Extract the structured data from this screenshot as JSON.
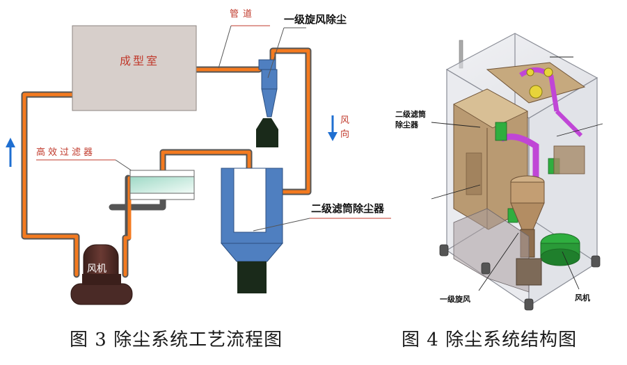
{
  "flow": {
    "forming_room": "成型室",
    "pipe": "管道",
    "cyclone": "一级旋风除尘",
    "wind_dir_1": "风",
    "wind_dir_2": "向",
    "hepa": "高效过滤器",
    "cartridge": "二级滤筒除尘器",
    "fan": "风机"
  },
  "structure": {
    "cartridge": "二级滤筒\n除尘器",
    "cyclone": "一级旋风",
    "fan": "风机"
  },
  "captions": {
    "fig3": "图 3  除尘系统工艺流程图",
    "fig4": "图 4  除尘系统结构图"
  },
  "colors": {
    "pipe": "#f47a1f",
    "pipe_border": "#555555",
    "room": "#d7cfcb",
    "equipment_blue": "#4f7fc0",
    "dark": "#1a2a1a",
    "fan": "#4a2a26",
    "arrow": "#1f6fd1",
    "label_red": "#c0392b"
  }
}
